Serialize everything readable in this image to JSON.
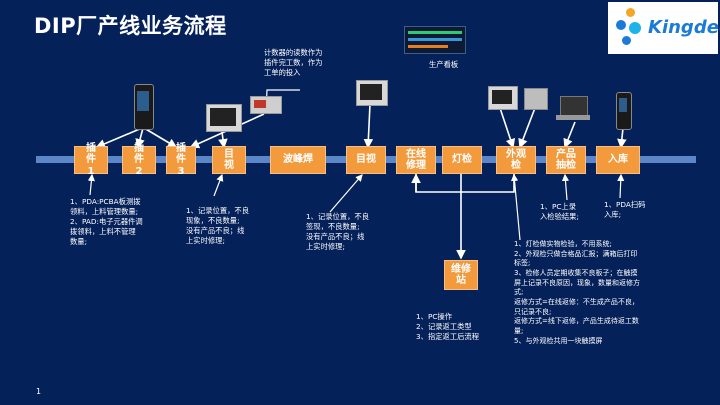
{
  "title": "DIP厂产线业务流程",
  "logo_text": "Kingdee",
  "page_number": "1",
  "nodes": {
    "n1": "插\n件\n1",
    "n2": "插\n件\n2",
    "n3": "插\n件\n3",
    "n4": "目\n视",
    "n5": "波峰焊",
    "n6": "目视",
    "n7": "在线\n修理",
    "n8": "灯检",
    "n9": "外观\n检",
    "n10": "产品\n抽检",
    "n11": "入库",
    "n12": "维修\n站"
  },
  "notes": {
    "counter": "计数器的读数作为\n插件完工数，作为\n工单的投入",
    "board": "生产看板",
    "pda": "1、PDA:PCBA板测拨\n领料，上料管理数量;\n2、PAD:电子元器件调\n拨领料，上料不管理\n数量;",
    "visual1": "1、记录位置，不良\n现象，不良数量;\n没有产品不良；线\n上实时修理;",
    "visual2": "1、记录位置，不良\n签现，不良数量;\n没有产品不良；线\n上实时修理;",
    "repair": "1、PC操作\n2、记录返工类型\n3、指定返工后流程",
    "inspect": "1、灯检做实物检验，不用系统;\n2、外观检只做合格品汇报；满箱后打印\n标签;\n3、检修人员定期收集不良板子；在触摸\n屏上记录不良原因，现象，数量和返修方\n式;\n返修方式=在线返修：不生成产品不良，\n只记录不良;\n返修方式=线下返修，产品生成待返工数\n量;\n5、与外观检共用一块触摸屏",
    "sample": "1、PC上录\n入检验结果;",
    "store": "1、PDA扫码\n入库;"
  },
  "colors": {
    "background": "#05215a",
    "node": "#f39a3c",
    "line": "#5b86c8",
    "arrow": "#ffffff"
  }
}
